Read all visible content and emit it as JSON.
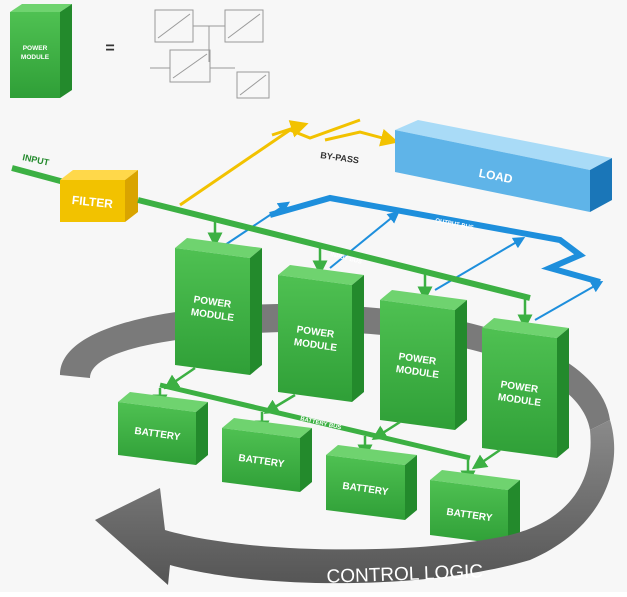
{
  "legend": {
    "module_label_line1": "POWER",
    "module_label_line2": "MODULE",
    "equals": "="
  },
  "labels": {
    "input": "INPUT",
    "filter": "FILTER",
    "bypass": "BY-PASS",
    "load": "LOAD",
    "output_bus": "OUTPUT BUS",
    "input_bus": "INPUT BUS",
    "battery_bus": "BATTERY BUS",
    "control_logic": "CONTROL LOGIC"
  },
  "modules": [
    {
      "line1": "POWER",
      "line2": "MODULE"
    },
    {
      "line1": "POWER",
      "line2": "MODULE"
    },
    {
      "line1": "POWER",
      "line2": "MODULE"
    },
    {
      "line1": "POWER",
      "line2": "MODULE"
    }
  ],
  "batteries": [
    {
      "label": "BATTERY"
    },
    {
      "label": "BATTERY"
    },
    {
      "label": "BATTERY"
    },
    {
      "label": "BATTERY"
    }
  ],
  "colors": {
    "green": "#3cb043",
    "green_dark": "#238a2c",
    "green_top": "#6fd36f",
    "yellow": "#f2c200",
    "blue": "#1e8fdc",
    "blue_light": "#74c2f0",
    "gray": "#6b6b6b",
    "gray_dark": "#4a4a4a"
  }
}
